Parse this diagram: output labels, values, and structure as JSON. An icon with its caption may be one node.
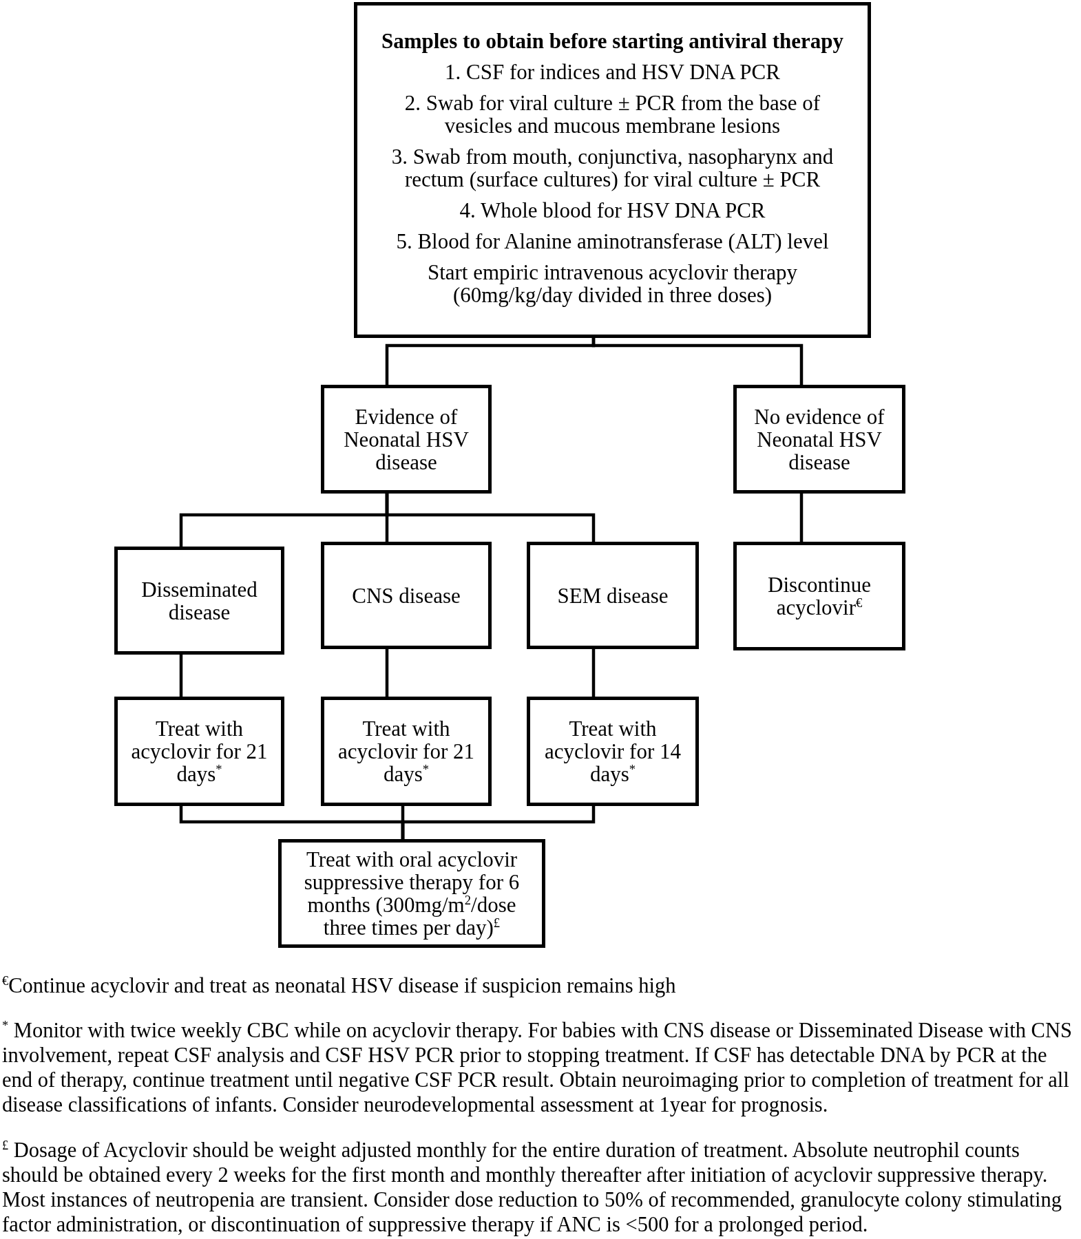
{
  "diagram": {
    "nodes": [
      {
        "text": [
          "Samples to obtain before starting antiviral therapy",
          "1. CSF for indices and HSV DNA PCR",
          "2. Swab for viral culture ± PCR from the base of vesicles and mucous membrane lesions",
          "3. Swab from mouth, conjunctiva, nasopharynx and rectum (surface cultures) for viral culture ± PCR",
          "4. Whole blood for HSV DNA PCR",
          "5. Blood for Alanine aminotransferase (ALT) level",
          "Start empiric intravenous acyclovir therapy (60mg/kg/day divided in three doses)"
        ]
      },
      {
        "text": [
          "Evidence of Neonatal HSV disease"
        ]
      },
      {
        "text": [
          "No evidence of Neonatal HSV disease"
        ]
      },
      {
        "text": [
          "Disseminated disease"
        ]
      },
      {
        "text": [
          "CNS disease"
        ]
      },
      {
        "text": [
          "SEM disease"
        ]
      },
      {
        "text": [
          "Discontinue acyclovir$^{€}$"
        ]
      },
      {
        "text": [
          "Treat with acyclovir for 21 days$^{*}$"
        ]
      },
      {
        "text": [
          "Treat with acyclovir for 21 days$^{*}$"
        ]
      },
      {
        "text": [
          "Treat with acyclovir for 14 days$^{*}$"
        ]
      },
      {
        "text": [
          "Treat with oral acyclovir suppressive therapy for 6 months (300mg/m$^{2}$/dose three times per day)$^{£}$"
        ]
      }
    ],
    "edges": [
      {
        "from": 0,
        "to": 1,
        "arrow": "none"
      },
      {
        "from": 0,
        "to": 2,
        "arrow": "none"
      },
      {
        "from": 1,
        "to": 3,
        "arrow": "none"
      },
      {
        "from": 1,
        "to": 4,
        "arrow": "none"
      },
      {
        "from": 1,
        "to": 5,
        "arrow": "none"
      },
      {
        "from": 2,
        "to": 6,
        "arrow": "none"
      },
      {
        "from": 3,
        "to": 7,
        "arrow": "none"
      },
      {
        "from": 4,
        "to": 8,
        "arrow": "none"
      },
      {
        "from": 5,
        "to": 9,
        "arrow": "none"
      },
      {
        "from": 7,
        "to": 10,
        "arrow": "none"
      },
      {
        "from": 8,
        "to": 10,
        "arrow": "none"
      },
      {
        "from": 9,
        "to": 10,
        "arrow": "none"
      }
    ],
    "labels": [
      "$^{€}$Continue acyclovir and treat as neonatal HSV disease if suspicion remains high",
      "$^{*}$ Monitor with twice weekly CBC while on acyclovir therapy. For babies with CNS disease or Disseminated Disease with CNS involvement, repeat CSF analysis and CSF HSV PCR prior to stopping treatment. If CSF has detectable DNA by PCR at the end of therapy, continue treatment until negative CSF PCR result. Obtain neuroimaging prior to completion of treatment for all disease classifications of infants. Consider neurodevelopmental assessment at 1year for prognosis.",
      "$^{£}$ Dosage of Acyclovir should be weight adjusted monthly for the entire duration of treatment. Absolute neutrophil counts should be obtained every 2 weeks for the first month and monthly thereafter after initiation of acyclovir suppressive therapy. Most instances of neutropenia are transient. Consider dose reduction to 50% of recommended, granulocyte colony stimulating factor administration, or discontinuation of suppressive therapy if ANC is <500 for a prolonged period."
    ]
  }
}
